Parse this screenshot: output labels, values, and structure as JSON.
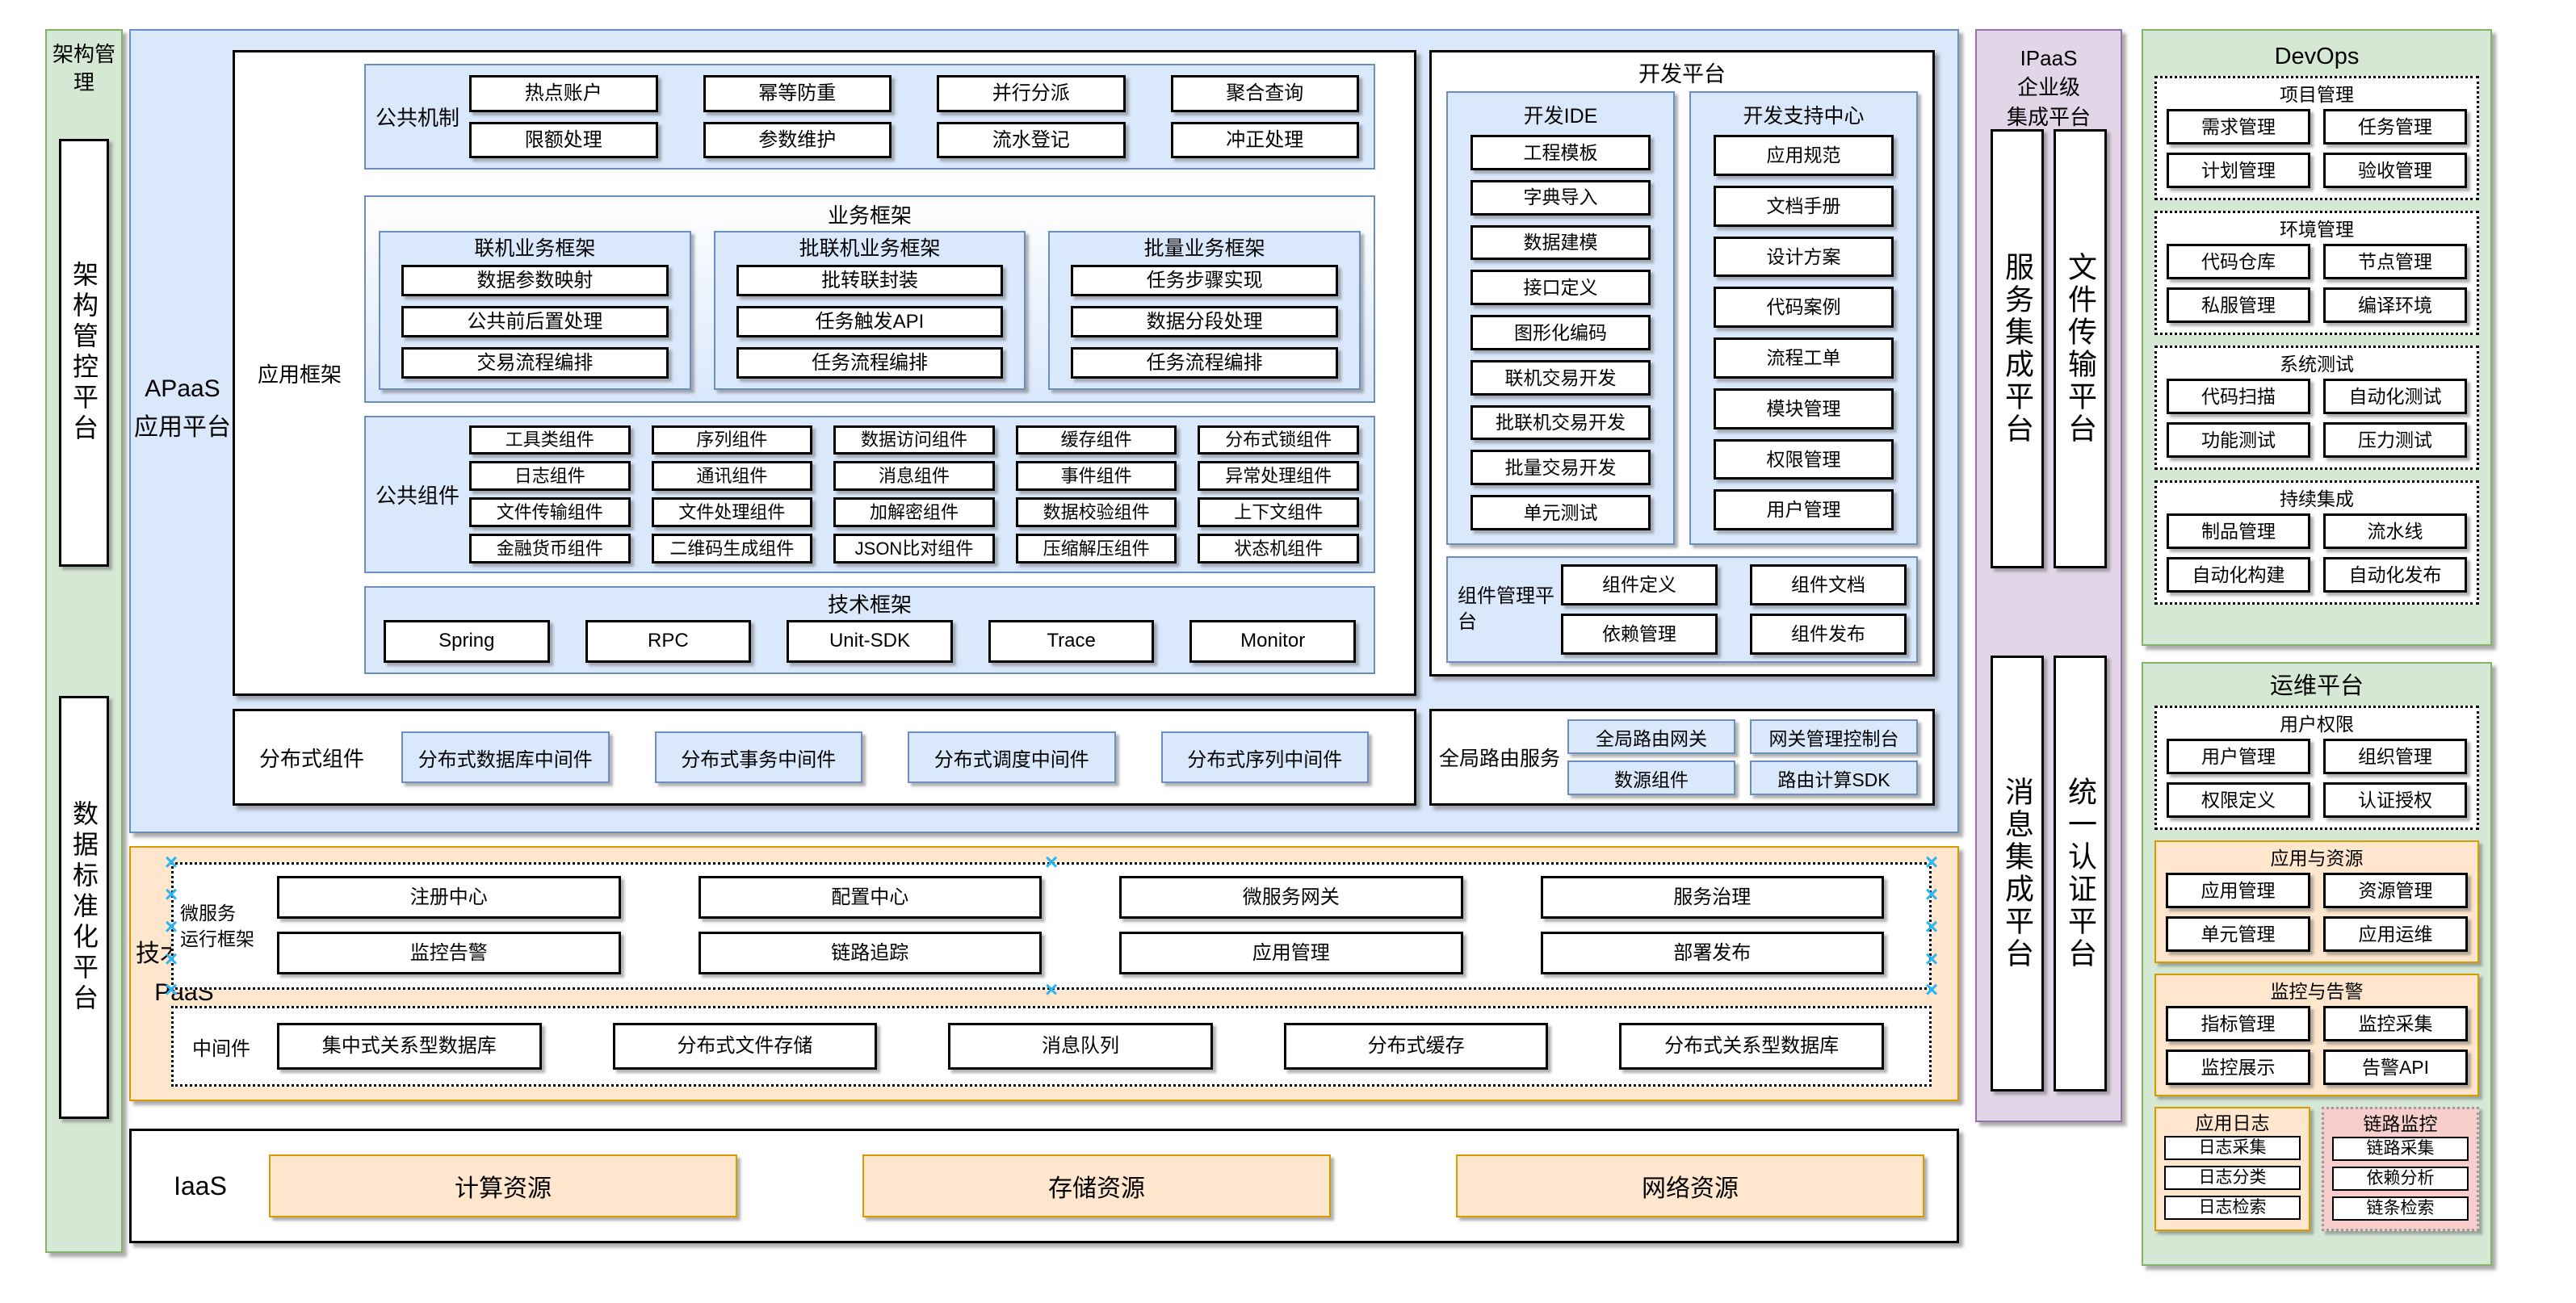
{
  "colors": {
    "green_fill": "#d5e8d4",
    "green_border": "#82b366",
    "blue_fill": "#dae8fc",
    "blue_border": "#6c8ebf",
    "orange_fill": "#ffe6cc",
    "orange_border": "#d79b00",
    "purple_fill": "#e1d5e7",
    "purple_border": "#9673a6",
    "pink_fill": "#f8cecc",
    "selection_handle": "#29b6f2"
  },
  "icons": {
    "selection_handle": "×"
  },
  "left_rail": {
    "title": "架构管理",
    "items": [
      "架构管控平台",
      "数据标准化平台"
    ]
  },
  "apaas": {
    "label_line1": "APaaS",
    "label_line2": "应用平台",
    "app_framework": {
      "label": "应用框架",
      "common_mechanism": {
        "label": "公共机制",
        "items": [
          "热点账户",
          "幂等防重",
          "并行分派",
          "聚合查询",
          "限额处理",
          "参数维护",
          "流水登记",
          "冲正处理"
        ]
      },
      "business_framework": {
        "title": "业务框架",
        "columns": [
          {
            "title": "联机业务框架",
            "items": [
              "数据参数映射",
              "公共前后置处理",
              "交易流程编排"
            ]
          },
          {
            "title": "批联机业务框架",
            "items": [
              "批转联封装",
              "任务触发API",
              "任务流程编排"
            ]
          },
          {
            "title": "批量业务框架",
            "items": [
              "任务步骤实现",
              "数据分段处理",
              "任务流程编排"
            ]
          }
        ]
      },
      "common_components": {
        "label": "公共组件",
        "items": [
          "工具类组件",
          "序列组件",
          "数据访问组件",
          "缓存组件",
          "分布式锁组件",
          "日志组件",
          "通讯组件",
          "消息组件",
          "事件组件",
          "异常处理组件",
          "文件传输组件",
          "文件处理组件",
          "加解密组件",
          "数据校验组件",
          "上下文组件",
          "金融货币组件",
          "二维码生成组件",
          "JSON比对组件",
          "压缩解压组件",
          "状态机组件"
        ]
      },
      "tech_framework": {
        "title": "技术框架",
        "items": [
          "Spring",
          "RPC",
          "Unit-SDK",
          "Trace",
          "Monitor"
        ]
      }
    },
    "dev_platform": {
      "title": "开发平台",
      "ide": {
        "title": "开发IDE",
        "items": [
          "工程模板",
          "字典导入",
          "数据建模",
          "接口定义",
          "图形化编码",
          "联机交易开发",
          "批联机交易开发",
          "批量交易开发",
          "单元测试"
        ]
      },
      "support": {
        "title": "开发支持中心",
        "items": [
          "应用规范",
          "文档手册",
          "设计方案",
          "代码案例",
          "流程工单",
          "模块管理",
          "权限管理",
          "用户管理"
        ]
      },
      "component_mgmt": {
        "label": "组件管理平台",
        "items": [
          "组件定义",
          "组件文档",
          "依赖管理",
          "组件发布"
        ]
      }
    },
    "distributed": {
      "label": "分布式组件",
      "items": [
        "分布式数据库中间件",
        "分布式事务中间件",
        "分布式调度中间件",
        "分布式序列中间件"
      ]
    },
    "global_routing": {
      "label": "全局路由服务",
      "items": [
        "全局路由网关",
        "网关管理控制台",
        "数源组件",
        "路由计算SDK"
      ]
    }
  },
  "paas": {
    "label_line1": "技术平台",
    "label_line2": "PaaS",
    "microservice": {
      "label_line1": "微服务",
      "label_line2": "运行框架",
      "items": [
        "注册中心",
        "配置中心",
        "微服务网关",
        "服务治理",
        "监控告警",
        "链路追踪",
        "应用管理",
        "部署发布"
      ]
    },
    "middleware": {
      "label": "中间件",
      "items": [
        "集中式关系型数据库",
        "分布式文件存储",
        "消息队列",
        "分布式缓存",
        "分布式关系型数据库"
      ]
    }
  },
  "iaas": {
    "label": "IaaS",
    "items": [
      "计算资源",
      "存储资源",
      "网络资源"
    ]
  },
  "ipaas": {
    "title_line1": "IPaaS",
    "title_line2": "企业级",
    "title_line3": "集成平台",
    "items": [
      "服务集成平台",
      "文件传输平台",
      "消息集成平台",
      "统一认证平台"
    ]
  },
  "devops": {
    "title": "DevOps",
    "groups": [
      {
        "title": "项目管理",
        "items": [
          "需求管理",
          "任务管理",
          "计划管理",
          "验收管理"
        ]
      },
      {
        "title": "环境管理",
        "items": [
          "代码仓库",
          "节点管理",
          "私服管理",
          "编译环境"
        ]
      },
      {
        "title": "系统测试",
        "items": [
          "代码扫描",
          "自动化测试",
          "功能测试",
          "压力测试"
        ]
      },
      {
        "title": "持续集成",
        "items": [
          "制品管理",
          "流水线",
          "自动化构建",
          "自动化发布"
        ]
      }
    ]
  },
  "ops": {
    "title": "运维平台",
    "user_perm": {
      "title": "用户权限",
      "items": [
        "用户管理",
        "组织管理",
        "权限定义",
        "认证授权"
      ]
    },
    "app_res": {
      "title": "应用与资源",
      "items": [
        "应用管理",
        "资源管理",
        "单元管理",
        "应用运维"
      ]
    },
    "monitor": {
      "title": "监控与告警",
      "items": [
        "指标管理",
        "监控采集",
        "监控展示",
        "告警API"
      ]
    },
    "app_log": {
      "title": "应用日志",
      "items": [
        "日志采集",
        "日志分类",
        "日志检索"
      ]
    },
    "trace": {
      "title": "链路监控",
      "items": [
        "链路采集",
        "依赖分析",
        "链条检索"
      ]
    }
  }
}
